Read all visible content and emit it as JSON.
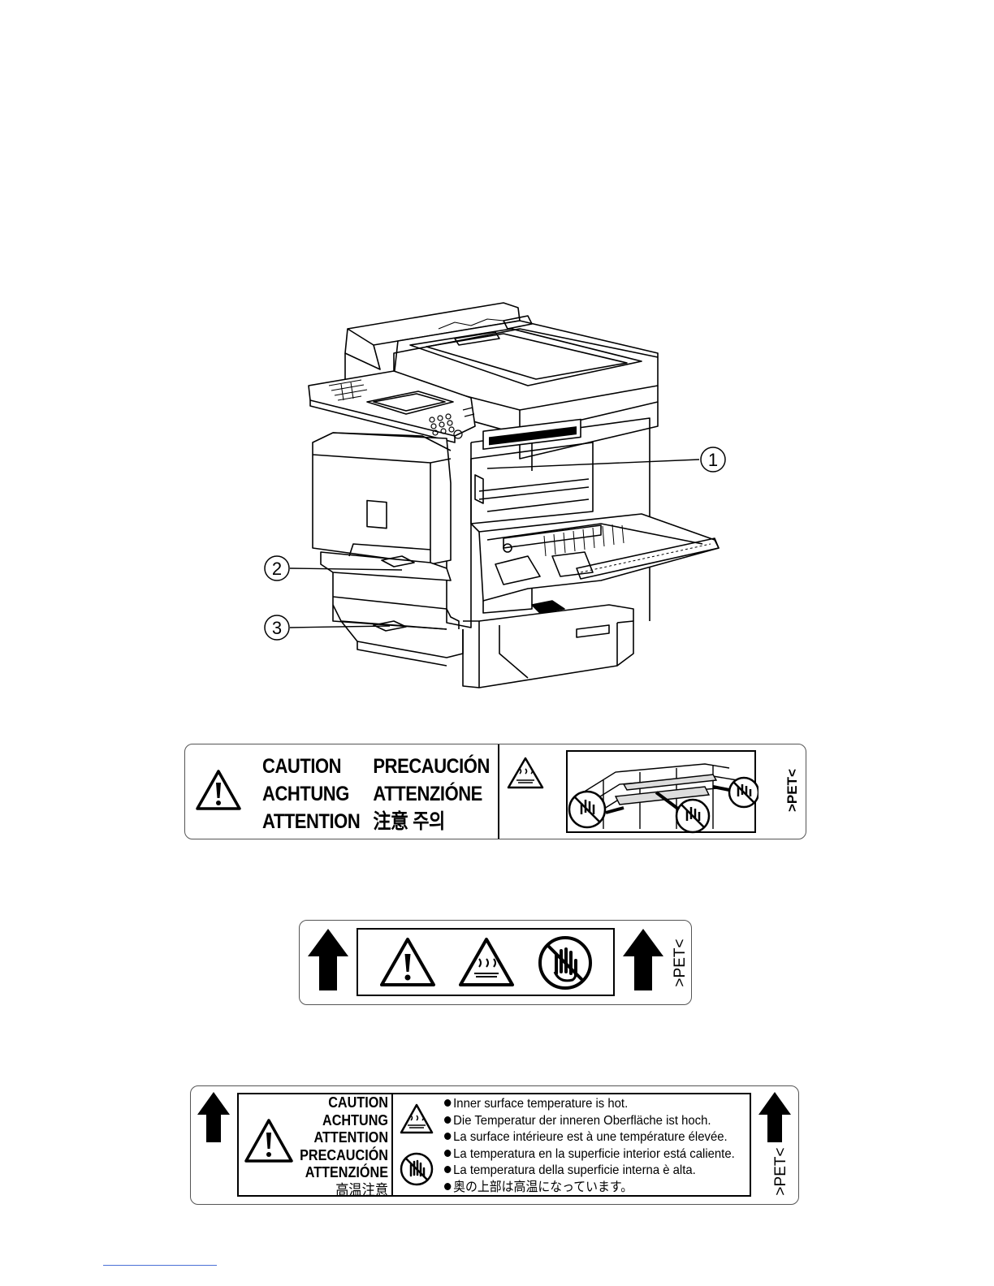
{
  "figure": {
    "callouts": [
      "1",
      "2",
      "3"
    ]
  },
  "label1": {
    "words": [
      [
        "CAUTION",
        "PRECAUCIÓN"
      ],
      [
        "ACHTUNG",
        "ATTENZIÓNE"
      ],
      [
        "ATTENTION",
        "注意  주의"
      ]
    ],
    "side_text": ">PET<"
  },
  "label2": {
    "side_text": ">PET<"
  },
  "label3": {
    "warnings": [
      "CAUTION",
      "ACHTUNG",
      "ATTENTION",
      "PRECAUCIÓN",
      "ATTENZIÓNE"
    ],
    "warning_jp": "高温注意",
    "messages": [
      "Inner surface temperature is hot.",
      "Die Temperatur der inneren Oberfläche ist hoch.",
      "La surface intérieure est à une température élevée.",
      "La temperatura en la superficie interior está caliente.",
      "La temperatura della superficie interna è alta.",
      "奥の上部は高温になっています。"
    ],
    "side_text": ">PET<"
  }
}
